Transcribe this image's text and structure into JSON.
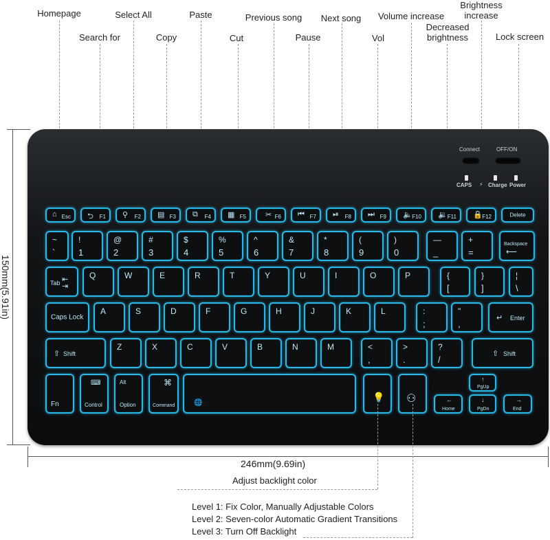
{
  "callouts_top": [
    {
      "label": "Homepage"
    },
    {
      "label": "Search for"
    },
    {
      "label": "Select All"
    },
    {
      "label": "Copy"
    },
    {
      "label": "Paste"
    },
    {
      "label": "Cut"
    },
    {
      "label": "Previous song"
    },
    {
      "label": "Pause"
    },
    {
      "label": "Next song"
    },
    {
      "label": "Vol"
    },
    {
      "label": "Volume increase"
    },
    {
      "label": "Decreased brightness"
    },
    {
      "label": "Brightness increase"
    },
    {
      "label": "Lock screen"
    }
  ],
  "dimensions": {
    "height": "150mm(5.91in)",
    "width": "246mm(9.69in)"
  },
  "switch": {
    "connect": "Connect",
    "on_off": "OFF/ON",
    "caps": "CAPS",
    "charge": "Charge",
    "power": "Power"
  },
  "fn_row": [
    {
      "icon": "⌂",
      "label": "Esc"
    },
    {
      "icon": "⮌",
      "label": "F1"
    },
    {
      "icon": "⚲",
      "label": "F2"
    },
    {
      "icon": "▤",
      "label": "F3"
    },
    {
      "icon": "⧉",
      "label": "F4"
    },
    {
      "icon": "▦",
      "label": "F5"
    },
    {
      "icon": "✂",
      "label": "F6"
    },
    {
      "icon": "⏮",
      "label": "F7"
    },
    {
      "icon": "⏯",
      "label": "F8"
    },
    {
      "icon": "⏭",
      "label": "F9"
    },
    {
      "icon": "🔈",
      "label": "F10"
    },
    {
      "icon": "🔉",
      "label": "F11"
    },
    {
      "icon": "🔒",
      "label": "F12"
    },
    {
      "icon": "",
      "label": "Delete"
    }
  ],
  "number_row": [
    {
      "top": "~",
      "bot": "`"
    },
    {
      "top": "!",
      "bot": "1"
    },
    {
      "top": "@",
      "bot": "2"
    },
    {
      "top": "#",
      "bot": "3"
    },
    {
      "top": "$",
      "bot": "4"
    },
    {
      "top": "%",
      "bot": "5"
    },
    {
      "top": "^",
      "bot": "6"
    },
    {
      "top": "&",
      "bot": "7"
    },
    {
      "top": "*",
      "bot": "8"
    },
    {
      "top": "(",
      "bot": "9"
    },
    {
      "top": ")",
      "bot": "0"
    },
    {
      "top": "—",
      "bot": "_"
    },
    {
      "top": "+",
      "bot": "="
    }
  ],
  "backspace": "Backspace",
  "tab": "Tab",
  "qwerty_row": [
    "Q",
    "W",
    "E",
    "R",
    "T",
    "Y",
    "U",
    "I",
    "O",
    "P"
  ],
  "bracket_keys": [
    {
      "top": "{",
      "bot": "["
    },
    {
      "top": "}",
      "bot": "]"
    },
    {
      "top": "¦",
      "bot": "\\"
    }
  ],
  "caps_lock": "Caps Lock",
  "home_row": [
    "A",
    "S",
    "D",
    "F",
    "G",
    "H",
    "J",
    "K",
    "L"
  ],
  "home_punct": [
    {
      "top": ":",
      "bot": ";"
    },
    {
      "top": "\"",
      "bot": ","
    }
  ],
  "enter": "Enter",
  "shift": "Shift",
  "bottom_letters": [
    "Z",
    "X",
    "C",
    "V",
    "B",
    "N",
    "M"
  ],
  "bottom_punct": [
    {
      "top": "<",
      "bot": ","
    },
    {
      "top": ">",
      "bot": "."
    },
    {
      "top": "?",
      "bot": "/"
    }
  ],
  "fn": "Fn",
  "control": "Control",
  "alt": "Alt",
  "option": "Option",
  "cmd_symbol": "⌘",
  "command": "Command",
  "globe": "🌐",
  "pgup": "PgUp",
  "pgdn": "PgDn",
  "home": "Home",
  "end": "End",
  "backlight_callout": "Adjust backlight color",
  "levels": [
    "Level 1: Fix Color, Manually Adjustable Colors",
    "Level 2: Seven-color Automatic Gradient Transitions",
    "Level 3: Turn Off Backlight"
  ]
}
